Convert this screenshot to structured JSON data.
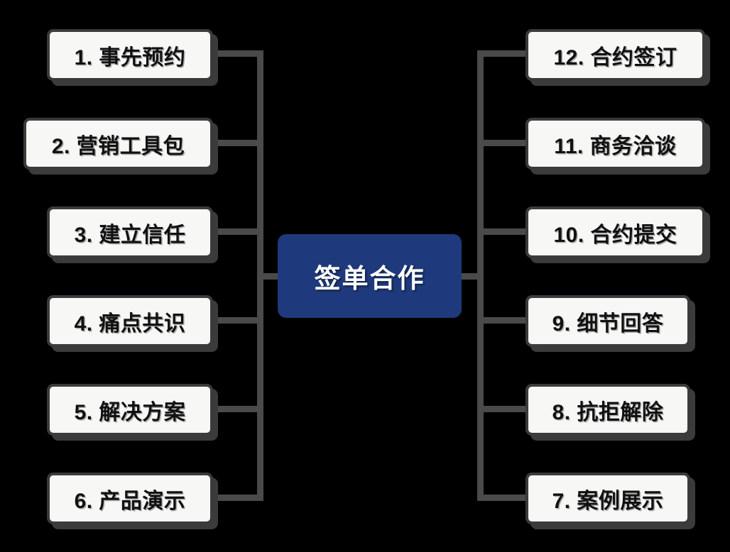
{
  "diagram": {
    "title": "签单合作",
    "center": {
      "label": "签单合作",
      "color": "#1e3a7c",
      "text_color": "#ffffff"
    },
    "style": {
      "background": "#000000",
      "node_fill": "#f7f7f5",
      "node_border": "#3b3b3b",
      "node_text": "#111111",
      "connector": "#4a4a4a"
    },
    "left_branch": {
      "side": "left",
      "items": [
        {
          "index": "1",
          "label": "1. 事先预约"
        },
        {
          "index": "2",
          "label": "2. 营销工具包"
        },
        {
          "index": "3",
          "label": "3. 建立信任"
        },
        {
          "index": "4",
          "label": "4. 痛点共识"
        },
        {
          "index": "5",
          "label": "5. 解决方案"
        },
        {
          "index": "6",
          "label": "6. 产品演示"
        }
      ]
    },
    "right_branch": {
      "side": "right",
      "items": [
        {
          "index": "12",
          "label": "12. 合约签订"
        },
        {
          "index": "11",
          "label": "11. 商务洽谈"
        },
        {
          "index": "10",
          "label": "10. 合约提交"
        },
        {
          "index": "9",
          "label": "9. 细节回答"
        },
        {
          "index": "8",
          "label": "8. 抗拒解除"
        },
        {
          "index": "7",
          "label": "7. 案例展示"
        }
      ]
    }
  }
}
